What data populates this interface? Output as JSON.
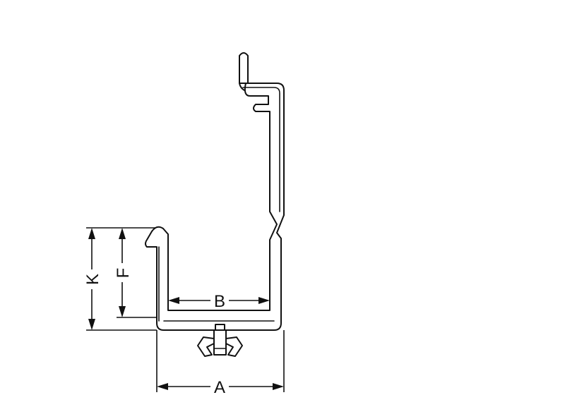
{
  "labels": {
    "a": "A",
    "b": "B",
    "f": "F",
    "k": "K"
  },
  "colors": {
    "line": "#111111",
    "background": "#ffffff"
  }
}
